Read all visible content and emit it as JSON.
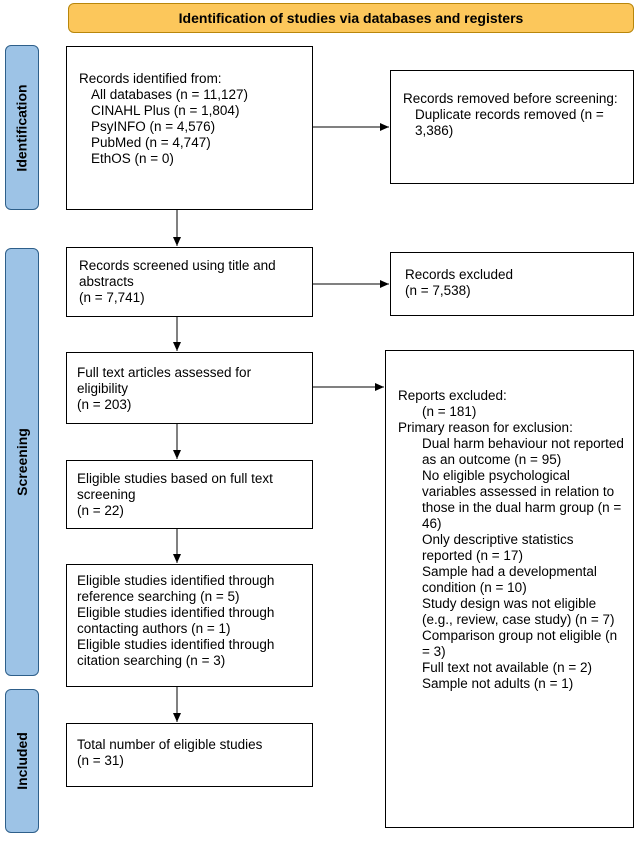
{
  "header": {
    "title": "Identification of studies via databases and registers"
  },
  "phases": {
    "identification": "Identification",
    "screening": "Screening",
    "included": "Included"
  },
  "records_identified": {
    "heading": "Records identified from:",
    "items": [
      "All databases (n = 11,127)",
      "CINAHL Plus (n = 1,804)",
      "PsyINFO (n = 4,576)",
      "PubMed (n = 4,747)",
      "EthOS (n = 0)"
    ]
  },
  "records_removed": {
    "heading": "Records removed before screening:",
    "detail": "Duplicate records removed (n = 3,386)"
  },
  "records_screened": {
    "text": "Records screened using title and abstracts",
    "count": "(n = 7,741)"
  },
  "records_excluded": {
    "text": "Records excluded",
    "count": "(n = 7,538)"
  },
  "full_text": {
    "text": "Full text articles assessed for eligibility",
    "count": "(n = 203)"
  },
  "reports_excluded": {
    "heading": "Reports excluded:",
    "count": "(n = 181)",
    "reason_heading": "Primary reason for exclusion:",
    "reasons": [
      "Dual harm behaviour not reported as an outcome (n = 95)",
      "No eligible psychological variables assessed in relation to those in the dual harm group (n = 46)",
      "Only descriptive statistics reported (n = 17)",
      "Sample had a developmental condition (n = 10)",
      "Study design was not eligible (e.g., review, case study) (n = 7)",
      "Comparison group not eligible (n = 3)",
      "Full text not available (n = 2)",
      "Sample not adults (n = 1)"
    ]
  },
  "eligible_full_text": {
    "text": "Eligible studies based on full text screening",
    "count": "(n = 22)"
  },
  "additional": {
    "items": [
      "Eligible studies identified through reference searching (n = 5)",
      "Eligible studies identified through contacting authors (n = 1)",
      "Eligible studies identified through citation searching (n = 3)"
    ]
  },
  "total": {
    "text": "Total number of eligible studies",
    "count": "(n = 31)"
  }
}
